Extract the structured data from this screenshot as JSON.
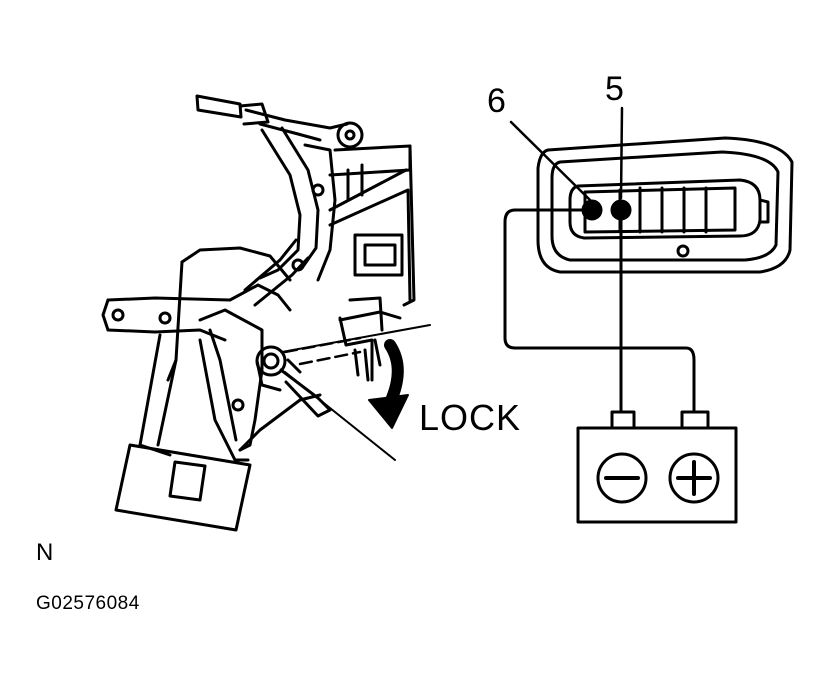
{
  "diagram": {
    "pin_labels": {
      "left": "6",
      "right": "5"
    },
    "arrow_label": "LOCK",
    "view_label": "N",
    "figure_code": "G02576084"
  },
  "colors": {
    "ink": "#000000",
    "paper": "#ffffff"
  },
  "icons": [
    "door-lock-actuator-drawing",
    "lock-arrow-icon",
    "connector-housing",
    "battery-icon",
    "negative-terminal-icon",
    "positive-terminal-icon"
  ]
}
